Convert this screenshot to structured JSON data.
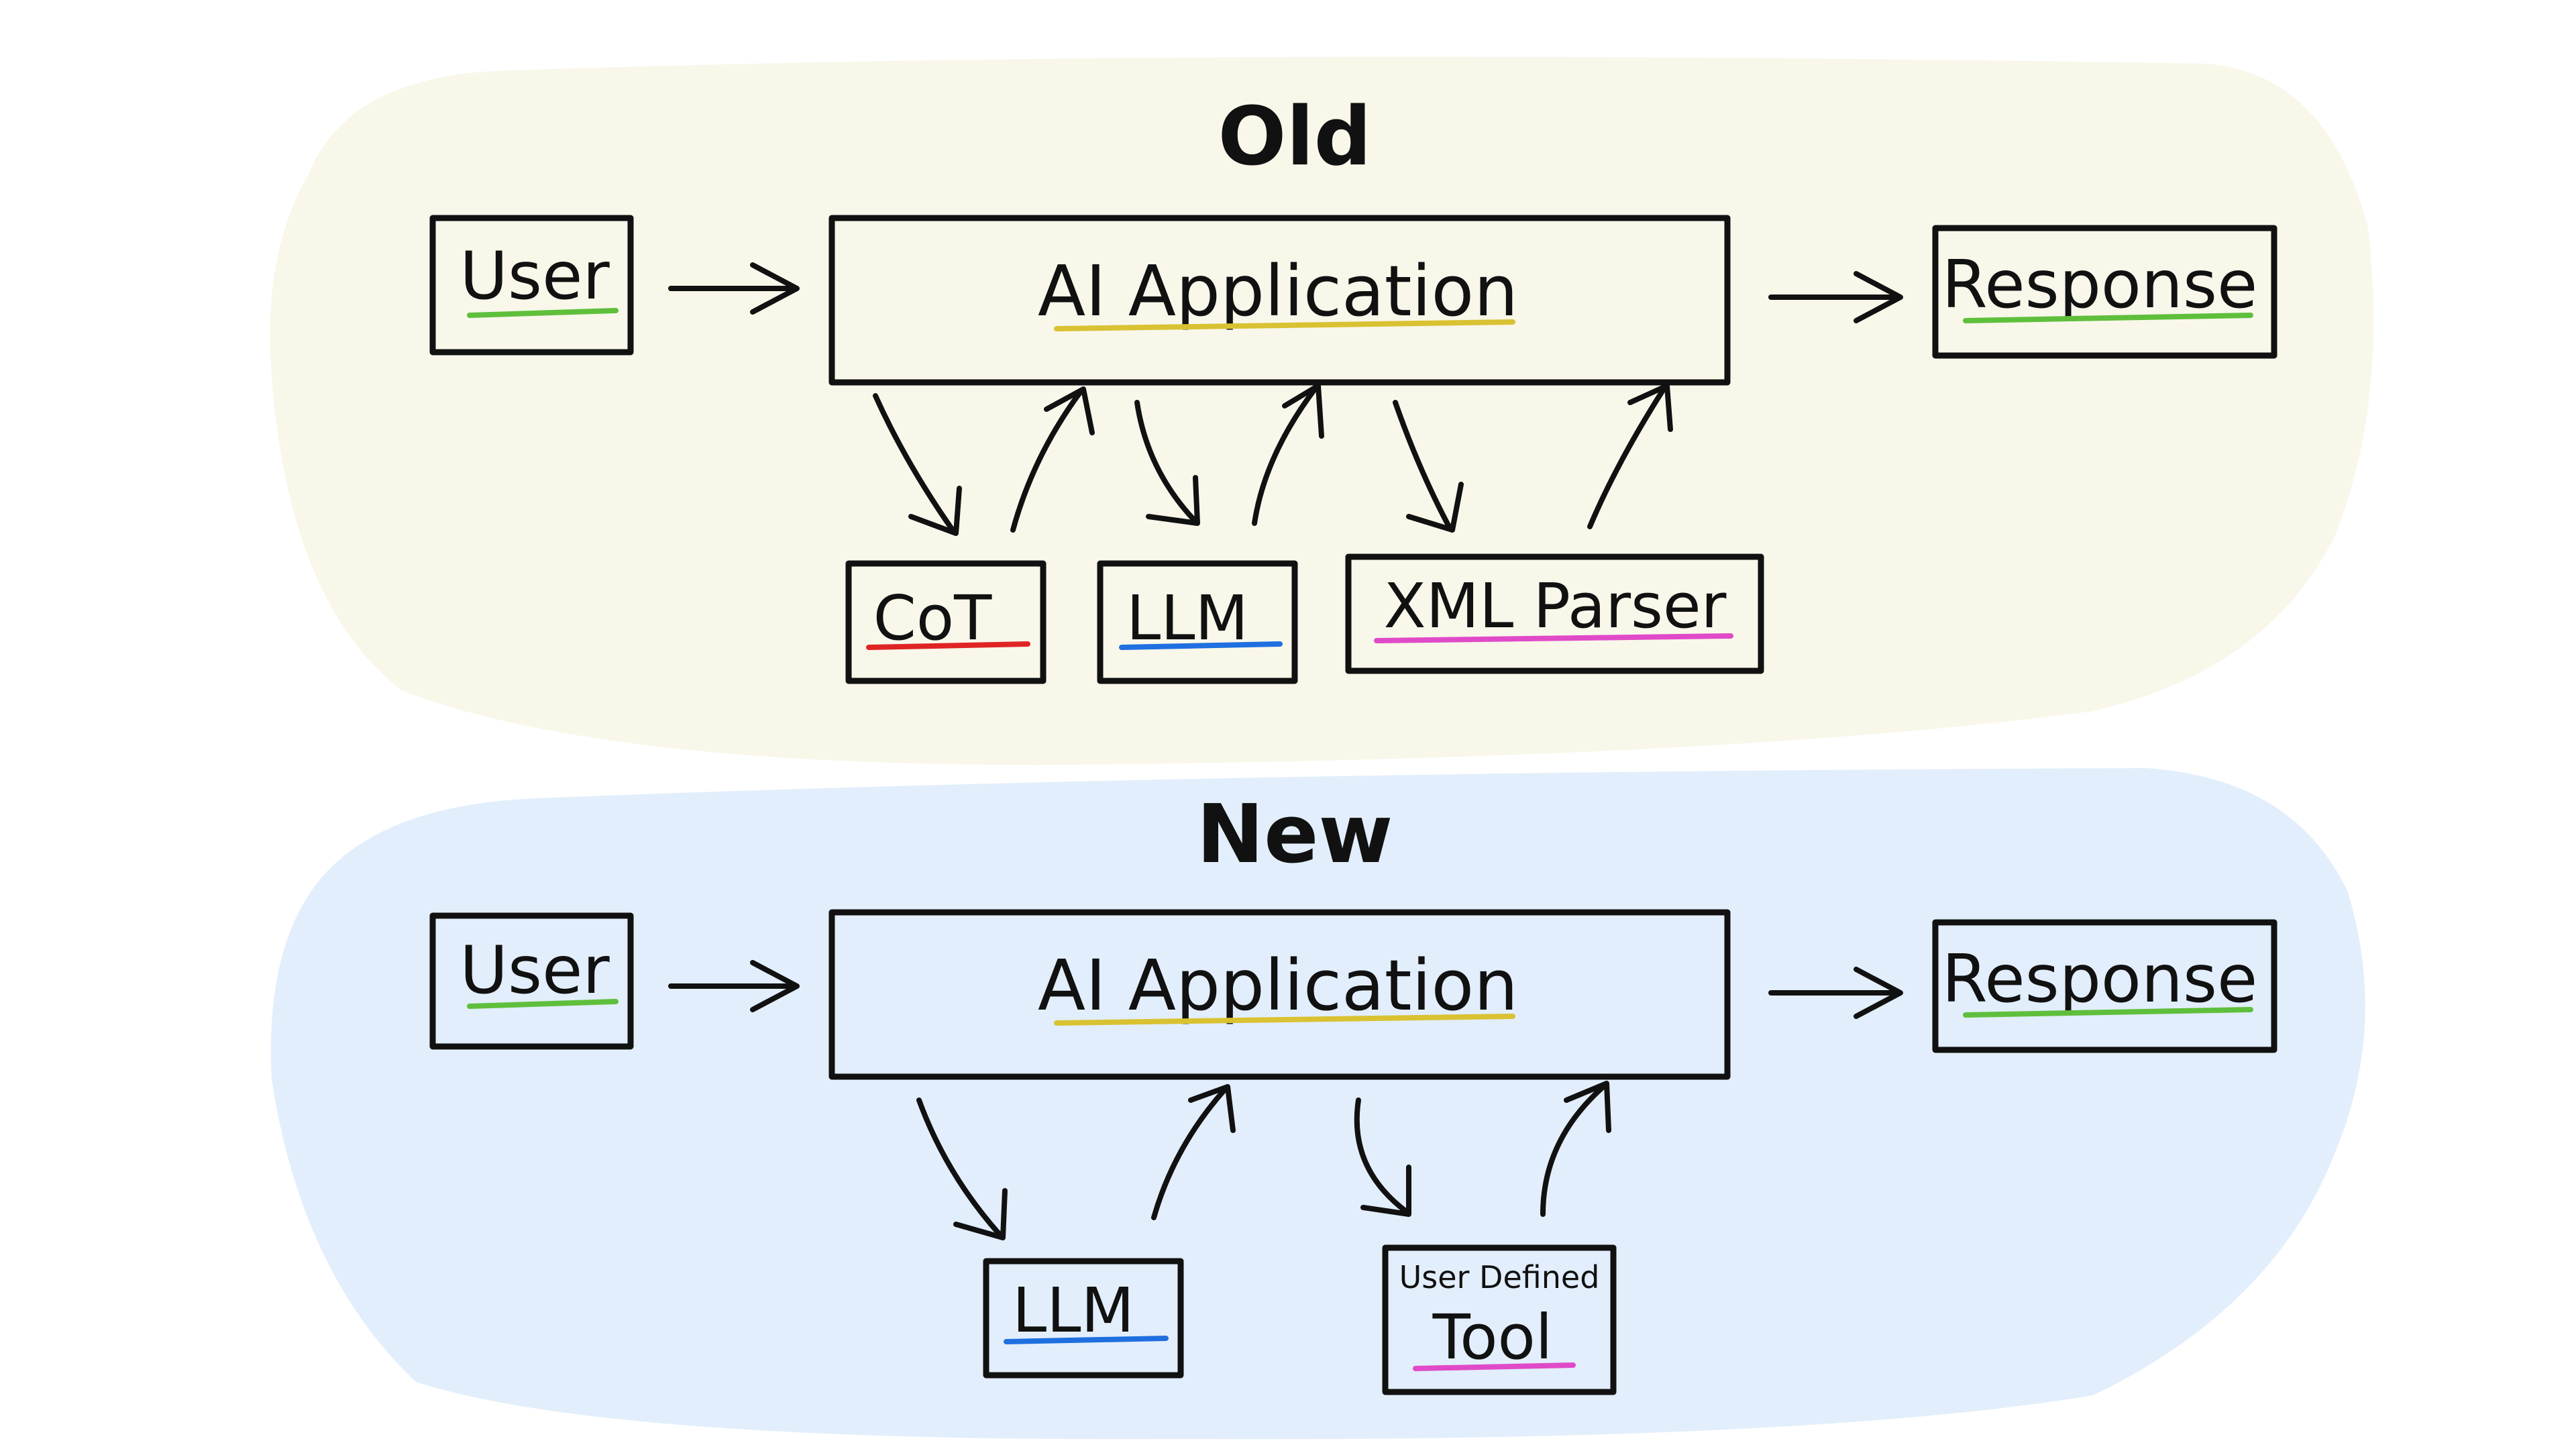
{
  "old": {
    "title": "Old",
    "user": "User",
    "app": "AI Application",
    "response": "Response",
    "tools": [
      "CoT",
      "LLM",
      "XML Parser"
    ]
  },
  "new": {
    "title": "New",
    "user": "User",
    "app": "AI Application",
    "response": "Response",
    "llm": "LLM",
    "tool_caption": "User Defined",
    "tool": "Tool"
  },
  "colors": {
    "old_background": "#f8f7ea",
    "new_background": "#e2eefb",
    "user_underline": "#5fbf3c",
    "app_underline": "#d9c232",
    "response_underline": "#5fbf3c",
    "cot_underline": "#e02424",
    "llm_underline": "#1f6fe0",
    "parser_underline": "#e04ac8",
    "tool_underline": "#e04ac8"
  }
}
